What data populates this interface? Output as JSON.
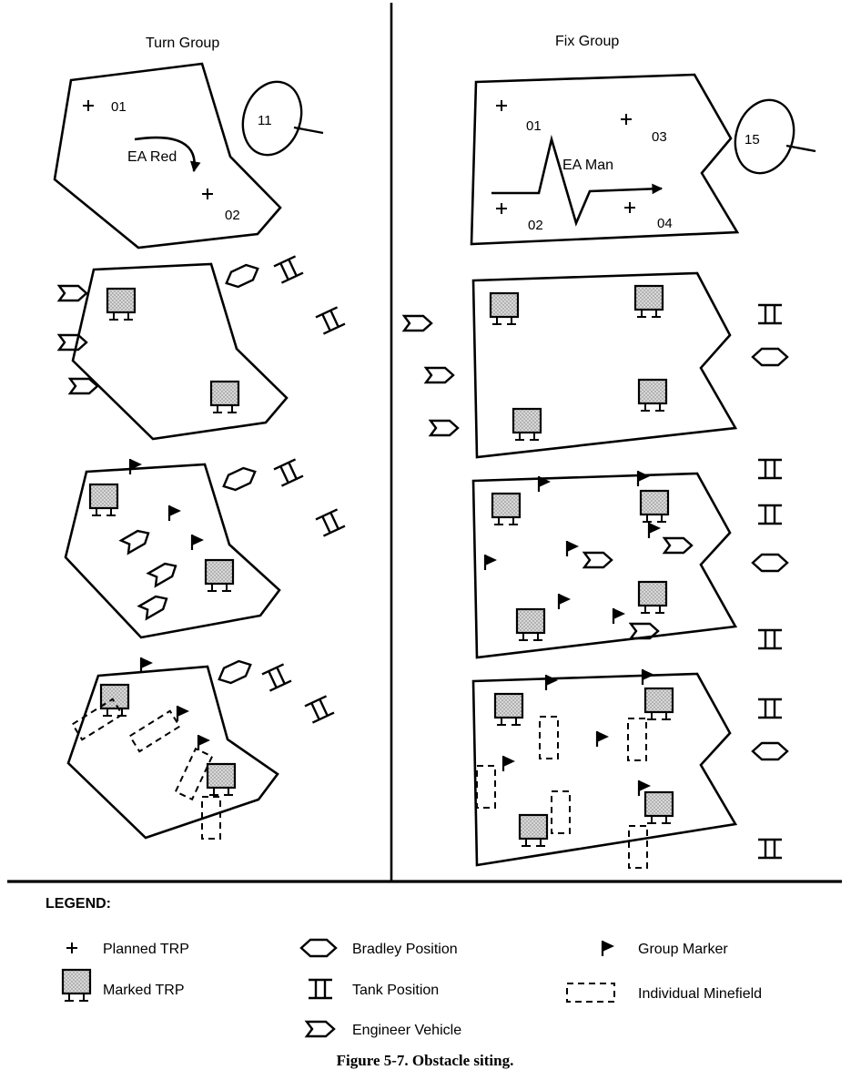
{
  "turn_group": {
    "title": "Turn Group",
    "ea_name": "EA Red",
    "trp_01": "01",
    "trp_02": "02",
    "position_number": "11"
  },
  "fix_group": {
    "title": "Fix Group",
    "ea_name": "EA Man",
    "trp_01": "01",
    "trp_02": "02",
    "trp_03": "03",
    "trp_04": "04",
    "position_number": "15"
  },
  "legend": {
    "title": "LEGEND:",
    "items": [
      {
        "icon": "planned-trp-icon",
        "label": "Planned TRP"
      },
      {
        "icon": "marked-trp-icon",
        "label": "Marked TRP"
      },
      {
        "icon": "bradley-position-icon",
        "label": "Bradley Position"
      },
      {
        "icon": "tank-position-icon",
        "label": "Tank Position"
      },
      {
        "icon": "engineer-vehicle-icon",
        "label": "Engineer Vehicle"
      },
      {
        "icon": "group-marker-icon",
        "label": "Group Marker"
      },
      {
        "icon": "individual-minefield-icon",
        "label": "Individual Minefield"
      }
    ]
  },
  "caption": "Figure 5-7. Obstacle siting.",
  "colors": {
    "ink": "#000000",
    "paper": "#ffffff",
    "trp_fill": "#d8d8d8",
    "trp_dots": "#787878"
  }
}
